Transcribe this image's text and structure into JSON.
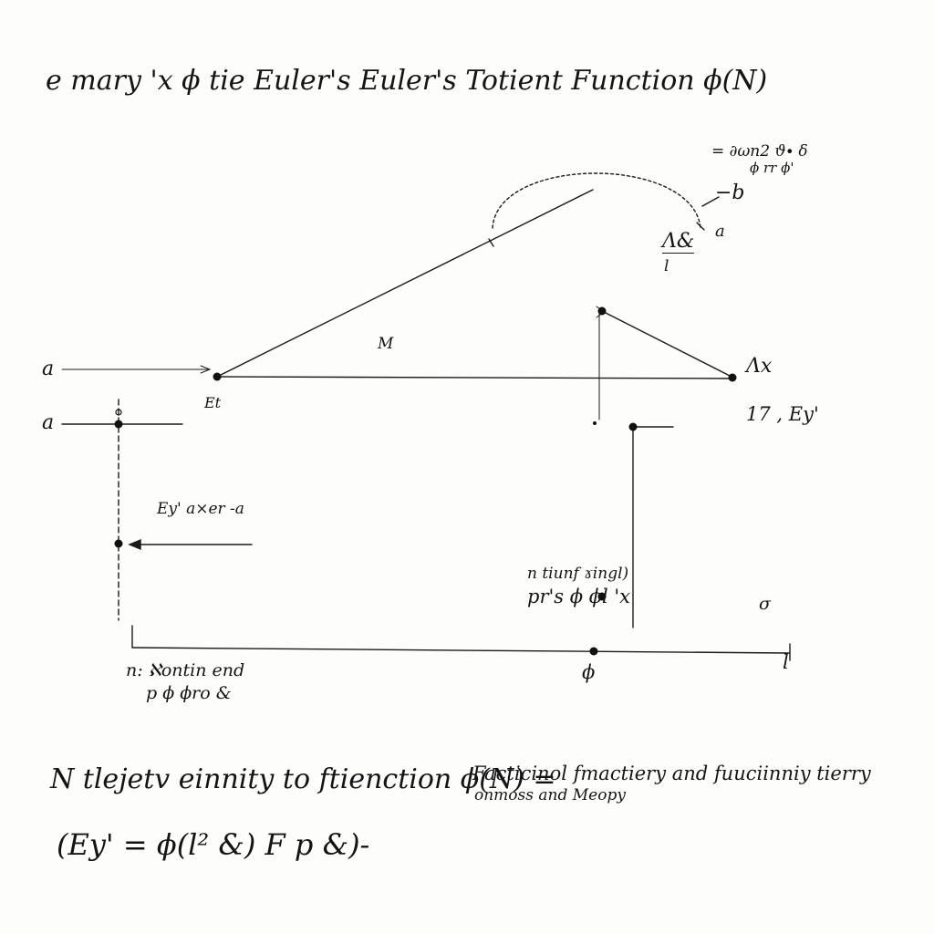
{
  "header": {
    "title": "e mary 'x ϕ tie Euler's  Euler's Totient Function ϕ(N)"
  },
  "top_right": {
    "line1": "= ∂ωn2 ϑ∙ 𝛿",
    "line2": "ϕ rr ϕ'",
    "line3": "−b",
    "fraction_numerator": "Λ&",
    "fraction_denominator": "l",
    "fraction_side": "a"
  },
  "diagram": {
    "label_a_top": "a",
    "label_a_bottom": "a",
    "label_m": "M",
    "label_e": "Et",
    "label_ax": "Λx",
    "label_17": "17 , Ey'",
    "label_left": "Ey' a×er -a",
    "label_mid_line1": "n tiunf ɤingl)",
    "label_mid_line2": "pr's ϕ ϕl 'x",
    "label_o": "σ",
    "label_bottom_left_line1": "n: ℵontin end",
    "label_bottom_left_line2": "p ϕ ϕro &",
    "label_b": "ϕ",
    "label_l": "l"
  },
  "equations": {
    "line1": "N  tlejetv einnity to ftienction ϕ(N) =",
    "line1_right_a": "Facticinol fmactiery and fuuciinniy tierry",
    "line1_right_b": "onmoss and Meopy",
    "line2": "(Ey' = ϕ(l² &) F p &)-"
  }
}
